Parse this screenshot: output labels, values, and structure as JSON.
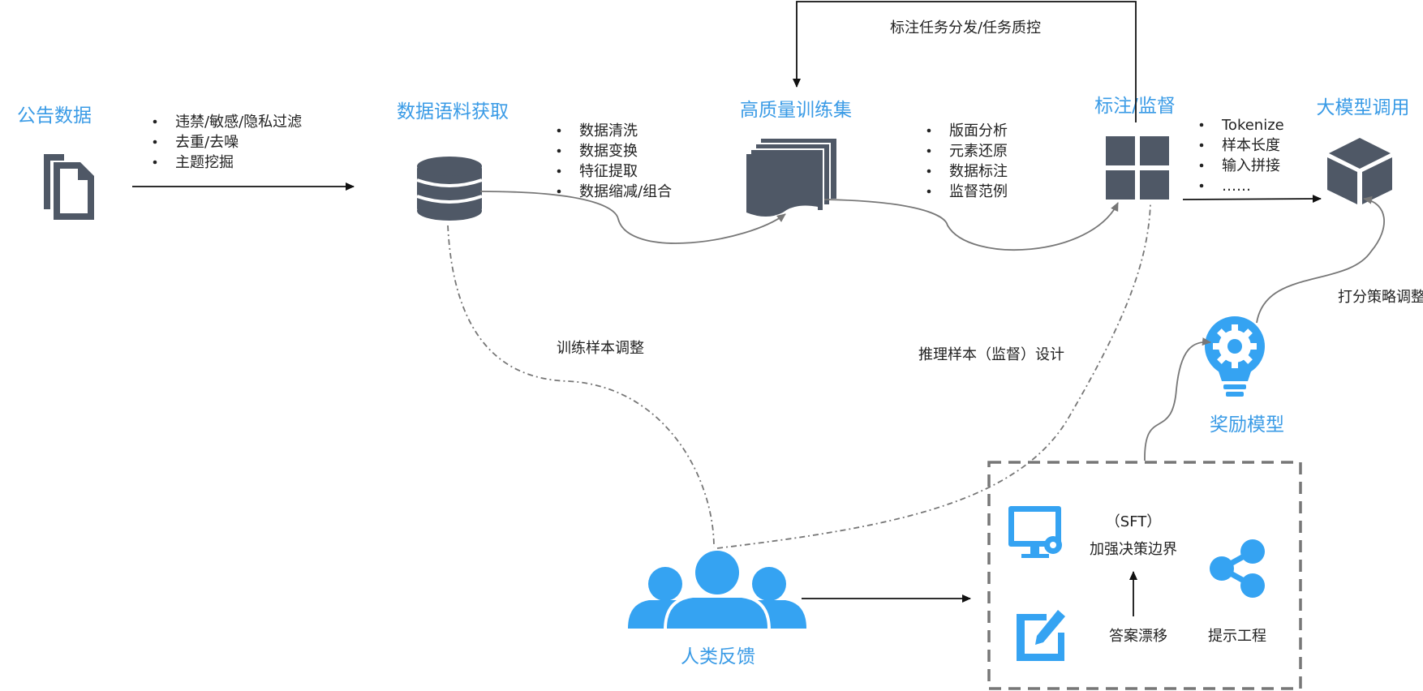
{
  "colors": {
    "title_blue": "#3a9be6",
    "icon_gray": "#4f5866",
    "icon_blue": "#35a3f2",
    "line_gray": "#777777"
  },
  "nodes": {
    "public_data": {
      "label": "公告数据",
      "icon": "documents-icon"
    },
    "corpus": {
      "label": "数据语料获取",
      "icon": "database-icon"
    },
    "trainset": {
      "label": "高质量训练集",
      "icon": "stacked-pages-icon"
    },
    "annotate": {
      "label": "标注/监督",
      "icon": "grid-icon"
    },
    "llm": {
      "label": "大模型调用",
      "icon": "cube-icon"
    },
    "reward": {
      "label": "奖励模型",
      "icon": "lightbulb-gear-icon"
    },
    "human": {
      "label": "人类反馈",
      "icon": "users-icon"
    }
  },
  "lists": {
    "filter": [
      "违禁/敏感/隐私过滤",
      "去重/去噪",
      "主题挖掘"
    ],
    "cleaning": [
      "数据清洗",
      "数据变换",
      "特征提取",
      "数据缩减/组合"
    ],
    "labeling": [
      "版面分析",
      "元素还原",
      "数据标注",
      "监督范例"
    ],
    "model_input": [
      "Tokenize",
      "样本长度",
      "输入拼接",
      "……"
    ]
  },
  "edges": {
    "top_loop": "标注任务分发/任务质控",
    "train_adjust": "训练样本调整",
    "infer_design": "推理样本（监督）设计",
    "score_tune": "打分策略调整"
  },
  "box": {
    "sft": "（SFT）",
    "boundary": "加强决策边界",
    "drift": "答案漂移",
    "prompt": "提示工程"
  }
}
